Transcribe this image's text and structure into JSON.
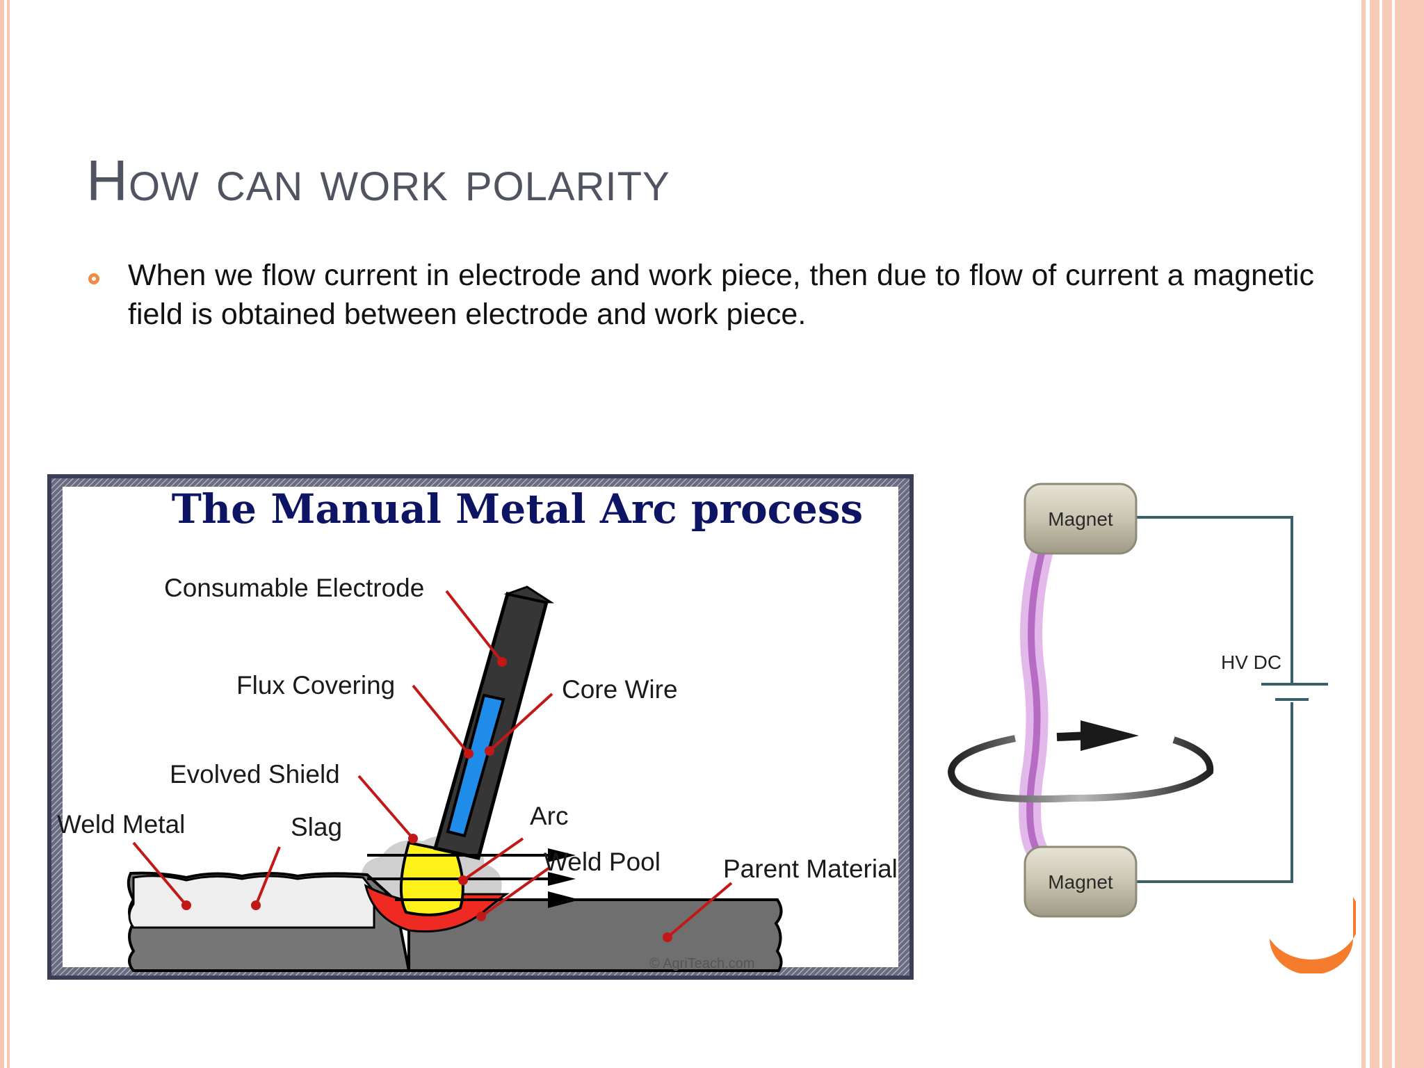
{
  "slide": {
    "title": "How can work polarity",
    "bullet": "When we flow current in electrode and work piece, then due to flow of current a magnetic field is obtained between electrode and work piece."
  },
  "mma_diagram": {
    "title": "The Manual Metal Arc process",
    "labels": {
      "consumable_electrode": "Consumable Electrode",
      "flux_covering": "Flux Covering",
      "core_wire": "Core Wire",
      "evolved_shield": "Evolved Shield",
      "weld_metal": "Weld Metal",
      "slag": "Slag",
      "arc": "Arc",
      "weld_pool": "Weld Pool",
      "parent_material": "Parent Material"
    },
    "copyright": "© AgriTeach.com"
  },
  "magnet_diagram": {
    "top_magnet": "Magnet",
    "bottom_magnet": "Magnet",
    "supply": "HV DC"
  },
  "colors": {
    "accent": "#f08a45",
    "border": "#f8cbb8",
    "title": "#505461",
    "diagram_title": "#0d1463"
  }
}
